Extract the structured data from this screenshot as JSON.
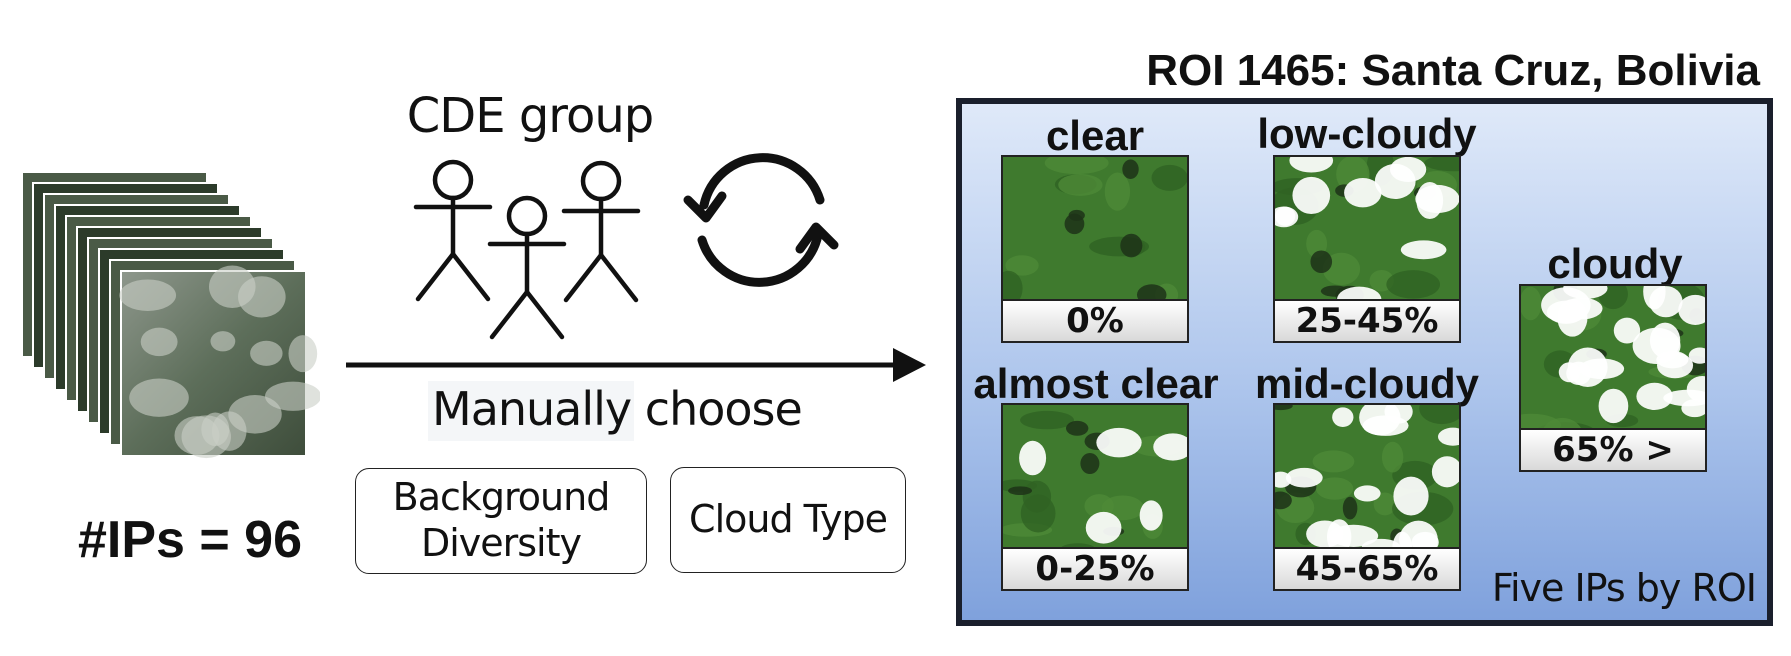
{
  "input": {
    "count_label": "#IPs = 96"
  },
  "group": {
    "title": "CDE group"
  },
  "process": {
    "arrow_label": "Manually choose",
    "criteria": [
      "Background\nDiversity",
      "Cloud Type"
    ]
  },
  "roi": {
    "title": "ROI 1465: Santa Cruz, Bolivia",
    "footer": "Five IPs by ROI",
    "categories": [
      {
        "label": "clear",
        "range": "0%",
        "cloud_cover": 0.0
      },
      {
        "label": "almost clear",
        "range": "0-25%",
        "cloud_cover": 0.15
      },
      {
        "label": "low-cloudy",
        "range": "25-45%",
        "cloud_cover": 0.35
      },
      {
        "label": "mid-cloudy",
        "range": "45-65%",
        "cloud_cover": 0.55
      },
      {
        "label": "cloudy",
        "range": "65% >",
        "cloud_cover": 0.75
      }
    ]
  },
  "icons": [
    "image-stack-icon",
    "person-icon",
    "refresh-cycle-icon",
    "arrow-right-icon"
  ],
  "colors": {
    "panel_top": "#dfe9f9",
    "panel_bottom": "#7fa1dc",
    "panel_border": "#1a1f2c",
    "vegetation": "#3f7a2e"
  }
}
